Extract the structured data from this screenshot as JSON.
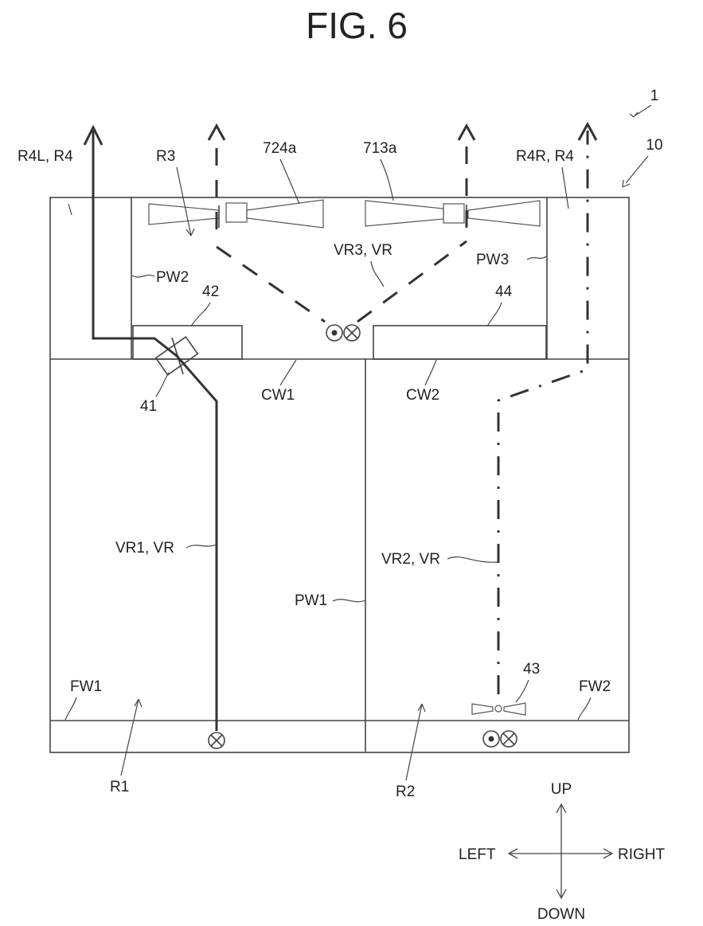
{
  "figure": {
    "title": "FIG. 6",
    "device_ref": "1",
    "housing_ref": "10"
  },
  "labels": {
    "r4l": "R4L, R4",
    "r3": "R3",
    "fan_left": "724a",
    "fan_right": "713a",
    "r4r": "R4R, R4",
    "pw2": "PW2",
    "vr3": "VR3, VR",
    "pw3": "PW3",
    "c42": "42",
    "c44": "44",
    "c41": "41",
    "cw1": "CW1",
    "cw2": "CW2",
    "vr1": "VR1, VR",
    "vr2": "VR2, VR",
    "pw1": "PW1",
    "c43": "43",
    "fw1": "FW1",
    "fw2": "FW2",
    "r1": "R1",
    "r2": "R2"
  },
  "directions": {
    "up": "UP",
    "down": "DOWN",
    "left": "LEFT",
    "right": "RIGHT"
  }
}
